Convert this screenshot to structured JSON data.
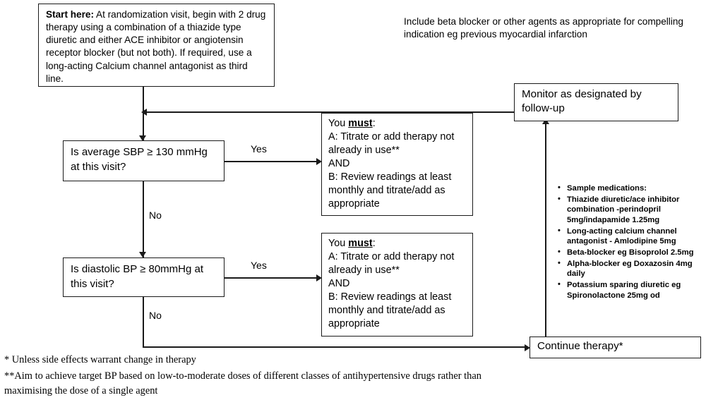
{
  "diagram": {
    "title": "Hypertension treatment algorithm flowchart",
    "line_color": "#1a1a1a",
    "background": "#ffffff"
  },
  "start_box": {
    "lead": "Start here:",
    "text": " At randomization visit, begin with 2 drug therapy using a combination of a thiazide type diuretic and either ACE inhibitor or angiotensin receptor blocker (but not both). If required, use a long-acting Calcium channel antagonist as third line."
  },
  "top_note": {
    "text": "Include beta blocker or other agents as appropriate for compelling indication eg previous myocardial infarction"
  },
  "monitor_box": {
    "text": "Monitor as designated by follow-up"
  },
  "decision1": {
    "text": "Is average SBP ≥ 130 mmHg at this visit?",
    "yes_label": "Yes",
    "no_label": "No"
  },
  "decision2": {
    "text": "Is diastolic BP ≥ 80mmHg at this visit?",
    "yes_label": "Yes",
    "no_label": "No"
  },
  "must_box_1": {
    "heading_prefix": "You ",
    "heading_emphasis": "must",
    "heading_suffix": ":",
    "line_a": "A: Titrate or add therapy not already in use**",
    "line_and": "AND",
    "line_b": "B: Review readings at least monthly and titrate/add as appropriate"
  },
  "must_box_2": {
    "heading_prefix": "You ",
    "heading_emphasis": "must",
    "heading_suffix": ":",
    "line_a": "A: Titrate or add therapy not already in use**",
    "line_and": "AND",
    "line_b": "B: Review readings at least monthly and titrate/add as appropriate"
  },
  "continue_box": {
    "text": "Continue therapy*"
  },
  "medication_list": {
    "items": [
      "Sample medications:",
      "Thiazide diuretic/ace inhibitor combination -perindopril 5mg/indapamide 1.25mg",
      "Long-acting calcium channel antagonist - Amlodipine 5mg",
      "Beta-blocker eg Bisoprolol 2.5mg",
      "Alpha-blocker eg Doxazosin 4mg daily",
      "Potassium sparing diuretic eg Spironolactone 25mg od"
    ]
  },
  "footnotes": {
    "single_star": "* Unless side effects warrant change in therapy",
    "double_star": "**Aim to achieve target BP based on low-to-moderate doses of different classes of antihypertensive drugs rather than maximising the dose of a single agent"
  }
}
